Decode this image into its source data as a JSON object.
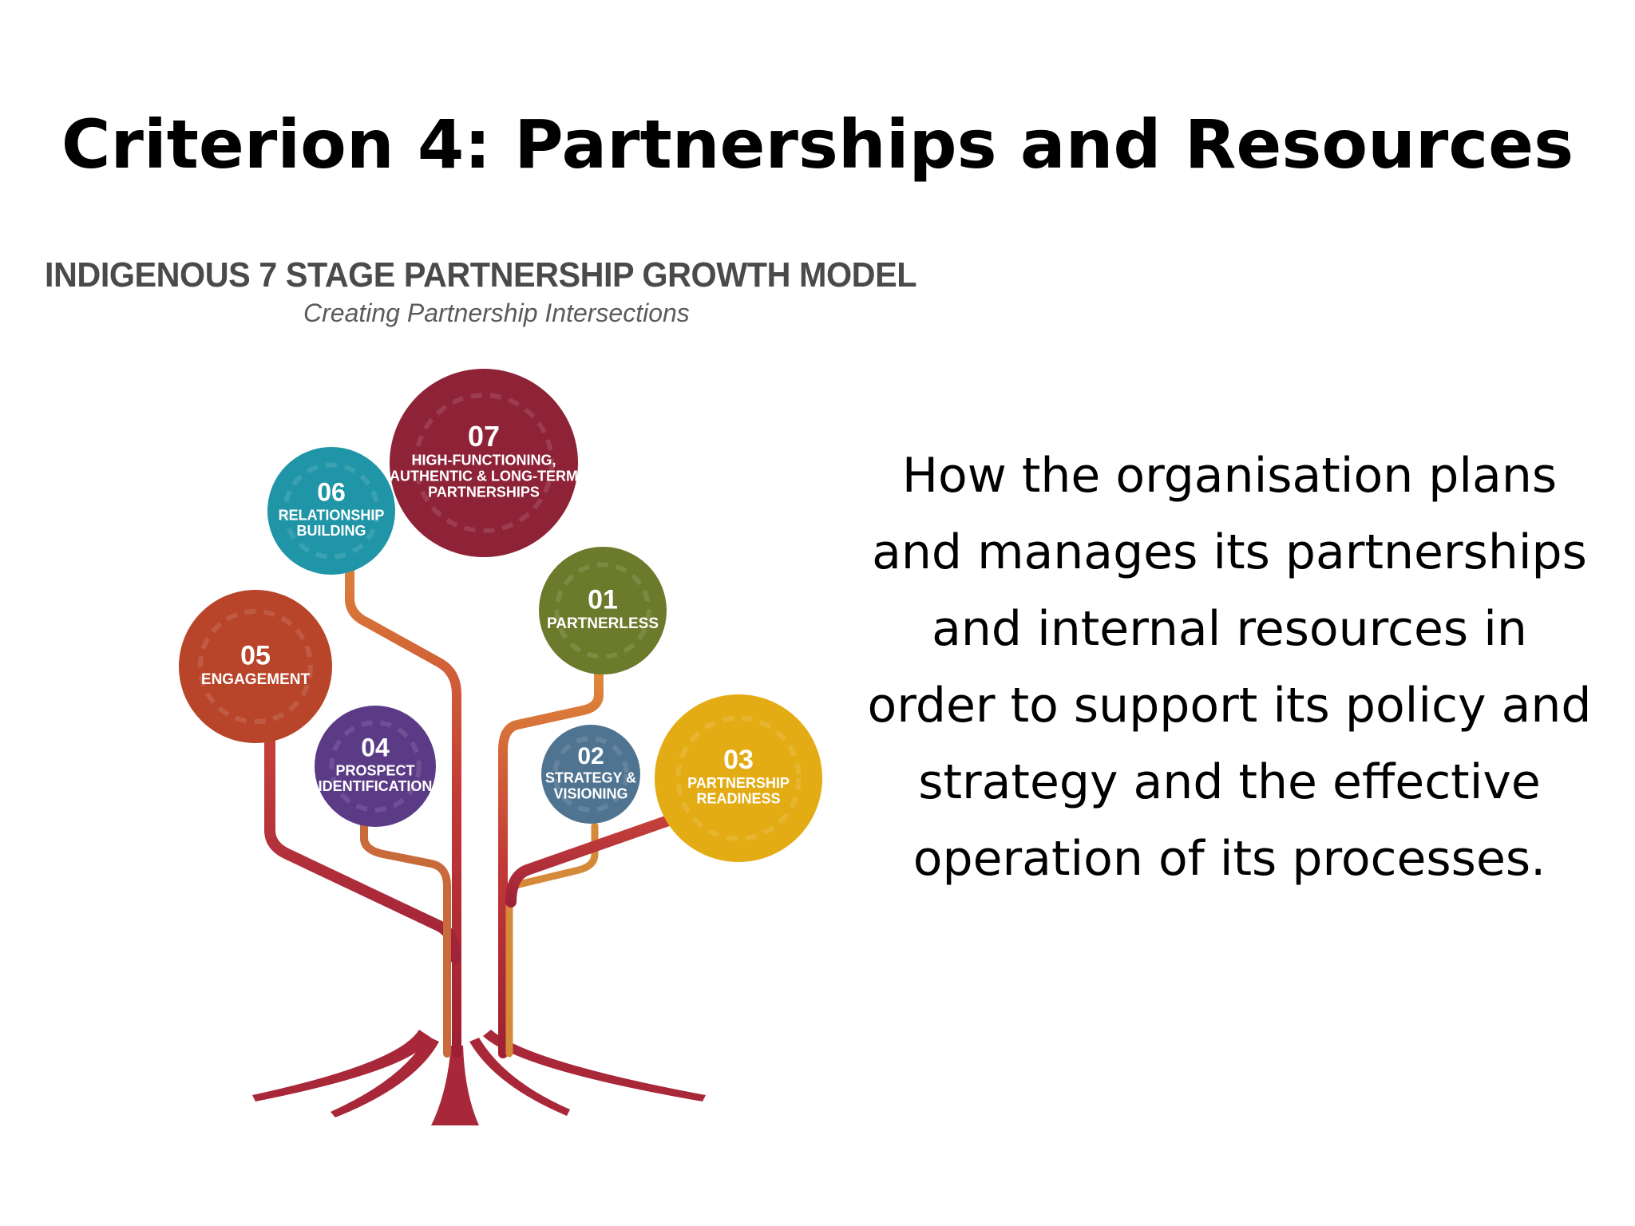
{
  "slide": {
    "title": "Criterion 4: Partnerships and Resources",
    "description": "How the organisation plans and manages its partnerships and internal resources in order to support its policy and strategy and the effective operation of its processes."
  },
  "model": {
    "title": "INDIGENOUS 7 STAGE PARTNERSHIP GROWTH MODEL",
    "subtitle": "Creating Partnership Intersections",
    "stages": [
      {
        "number": "01",
        "lines": [
          "PARTNERLESS"
        ],
        "color": "#6b7a2b"
      },
      {
        "number": "02",
        "lines": [
          "STRATEGY &",
          "VISIONING"
        ],
        "color": "#4f7491"
      },
      {
        "number": "03",
        "lines": [
          "PARTNERSHIP",
          "READINESS"
        ],
        "color": "#e3ac14"
      },
      {
        "number": "04",
        "lines": [
          "PROSPECT",
          "IDENTIFICATION"
        ],
        "color": "#5b3a86"
      },
      {
        "number": "05",
        "lines": [
          "ENGAGEMENT"
        ],
        "color": "#b8452a"
      },
      {
        "number": "06",
        "lines": [
          "RELATIONSHIP",
          "BUILDING"
        ],
        "color": "#1f95a7"
      },
      {
        "number": "07",
        "lines": [
          "HIGH-FUNCTIONING,",
          "AUTHENTIC & LONG-TERM",
          "PARTNERSHIPS"
        ],
        "color": "#8e2237"
      }
    ],
    "colors": {
      "trunk": "#a8283a",
      "branch_orange": "#e08a3a",
      "text_dark": "#4a4a4a"
    }
  }
}
